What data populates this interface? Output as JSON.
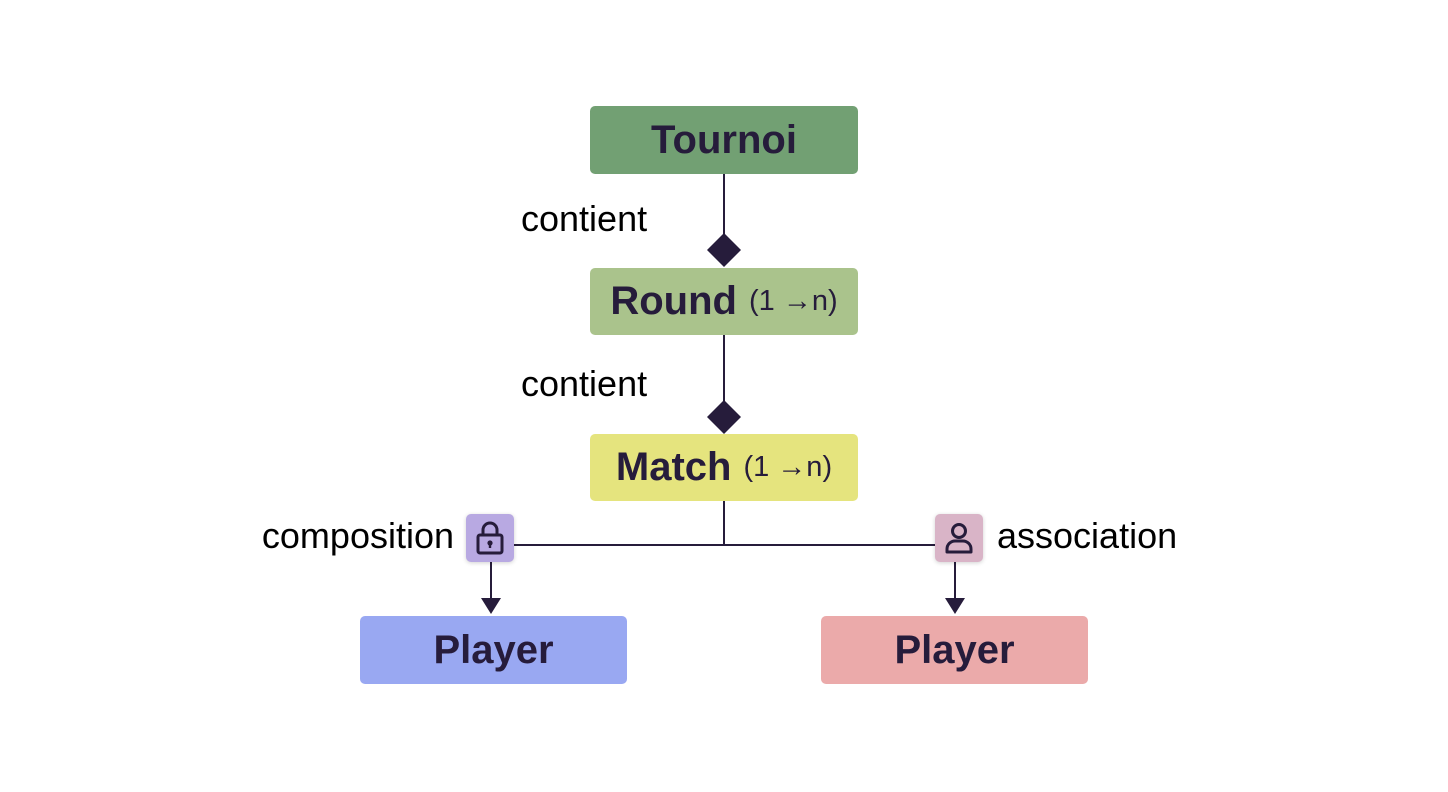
{
  "colors": {
    "line": "#261c3b",
    "tournoi": "#72a073",
    "round": "#aac38c",
    "match": "#e5e47e",
    "player_composition": "#99a8f2",
    "player_association": "#ebaaaa",
    "badge_composition": "#b8a9e2",
    "badge_association": "#d9b4c7"
  },
  "nodes": {
    "tournoi": {
      "name": "Tournoi"
    },
    "round": {
      "name": "Round",
      "multiplicity": "(1 →n)"
    },
    "match": {
      "name": "Match",
      "multiplicity": "(1 →n)"
    },
    "player_left": {
      "name": "Player"
    },
    "player_right": {
      "name": "Player"
    }
  },
  "edges": {
    "tournoi_round": {
      "label": "contient"
    },
    "round_match": {
      "label": "contient"
    },
    "match_player_left": {
      "label": "composition",
      "icon": "lock-icon"
    },
    "match_player_right": {
      "label": "association",
      "icon": "person-icon"
    }
  }
}
